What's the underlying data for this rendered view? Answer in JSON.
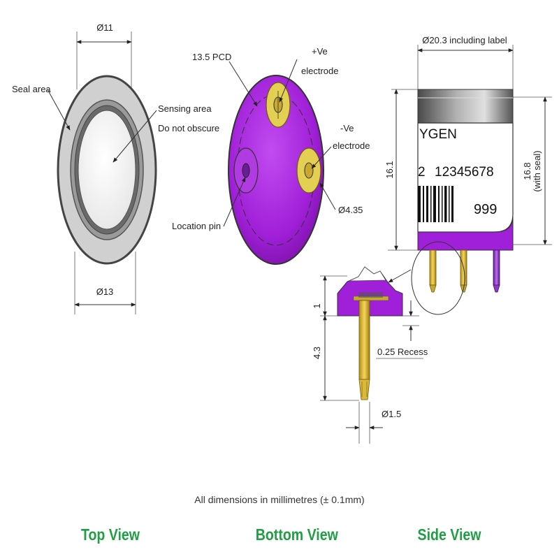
{
  "top_view": {
    "dim_top": "Ø11",
    "dim_bottom": "Ø13",
    "seal_area": "Seal area",
    "sensing_area": "Sensing area",
    "do_not_obscure": "Do not obscure"
  },
  "bottom_view": {
    "pcd": "13.5 PCD",
    "pos_electrode_1": "+Ve",
    "pos_electrode_2": "electrode",
    "neg_electrode_1": "-Ve",
    "neg_electrode_2": "electrode",
    "pin_dia": "Ø4.35",
    "location_pin": "Location pin"
  },
  "side_view": {
    "dim_top": "Ø20.3 including label",
    "height_left": "16.1",
    "height_right_1": "16.8",
    "height_right_2": "(with seal)",
    "label_line1": "YGEN",
    "label_line2_a": "2",
    "label_line2_b": "12345678",
    "label_line3": "999",
    "detail_top": "1",
    "detail_pin_len": "4.3",
    "recess": "0.25 Recess",
    "pin_width": "Ø1.5"
  },
  "footer": {
    "note": "All dimensions in millimetres (± 0.1mm)",
    "titles": [
      "Top View",
      "Bottom View",
      "Side View"
    ]
  },
  "colors": {
    "purple": "#a01fd8",
    "gold": "#e3cf52",
    "seal_gray": "#d0d0d0",
    "title_green": "#1f9e44"
  }
}
